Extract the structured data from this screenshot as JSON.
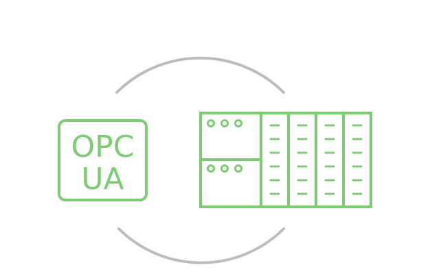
{
  "opc_badge": {
    "line1": "OPC",
    "line2": "UA"
  },
  "colors": {
    "accent": "#7dcc73",
    "arc": "#bcbcbc",
    "background": "#ffffff"
  },
  "icons": {
    "connection": "circular-arrows-icon",
    "badge": "opc-ua-badge",
    "hardware": "plc-rack-icon"
  },
  "plc": {
    "cpu_modules": 2,
    "leds_per_module": 3,
    "io_modules": 4,
    "channels_per_module": 6
  }
}
